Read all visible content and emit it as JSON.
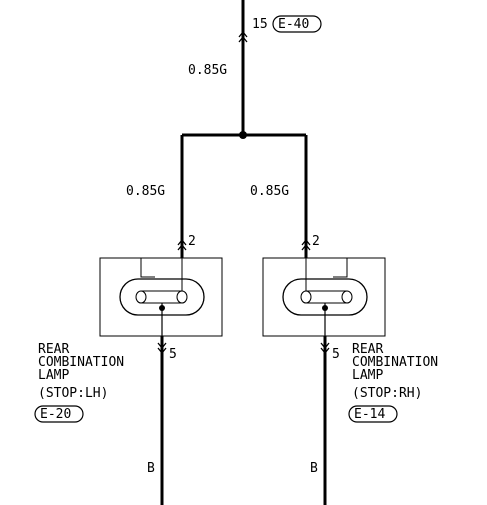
{
  "top_connector": {
    "pin": "15",
    "id": "E-40"
  },
  "wires": {
    "trunk_gauge": "0.85G",
    "left_branch_gauge": "0.85G",
    "right_branch_gauge": "0.85G",
    "left_ground": "B",
    "right_ground": "B"
  },
  "lamp_lh": {
    "input_pin": "2",
    "output_pin": "5",
    "name_lines": [
      "REAR",
      "COMBINATION",
      "LAMP",
      "(STOP:LH)"
    ],
    "connector": "E-20"
  },
  "lamp_rh": {
    "input_pin": "2",
    "output_pin": "5",
    "name_lines": [
      "REAR",
      "COMBINATION",
      "LAMP",
      "(STOP:RH)"
    ],
    "connector": "E-14"
  }
}
